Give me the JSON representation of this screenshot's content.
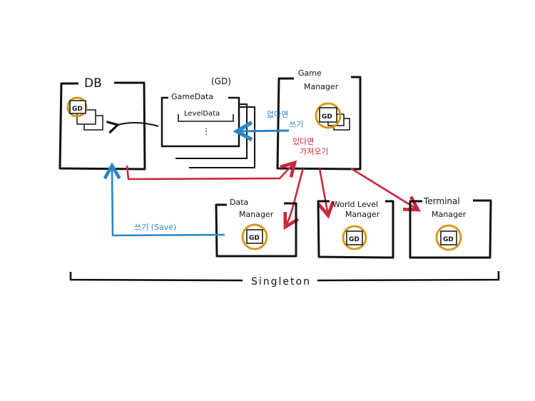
{
  "colors": {
    "ink": "#111111",
    "blue_arrow": "#2a86c8",
    "red_arrow": "#c8283a",
    "gd_ring": "#d49a1c"
  },
  "nodes": {
    "db": {
      "title": "DB",
      "gd_badge": "GD"
    },
    "gamedata": {
      "annotation": "(GD)",
      "title": "GameData",
      "inner": "LevelData",
      "ellipsis": "⋮"
    },
    "gamemanager": {
      "title_line1": "Game",
      "title_line2": "Manager",
      "gd_badge": "GD"
    },
    "datamanager": {
      "title_line1": "Data",
      "title_line2": "Manager",
      "gd_badge": "GD"
    },
    "worldlevelmanager": {
      "title_line1": "World Level",
      "title_line2": "Manager",
      "gd_badge": "GD"
    },
    "terminalmanager": {
      "title_line1": "Terminal",
      "title_line2": "Manager",
      "gd_badge": "GD"
    }
  },
  "edges": {
    "gm_to_gamedata_line1": "없다면",
    "gm_to_gamedata_line2": "쓰기",
    "gm_read_line1": "있다면",
    "gm_read_line2": "가져오기",
    "save_label": "쓰기 (Save)"
  },
  "footer": {
    "singleton_label": "Singleton"
  }
}
